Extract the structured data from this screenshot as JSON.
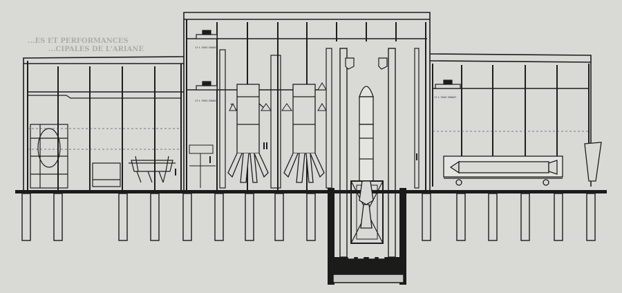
{
  "crane_tags": [
    "17 t. 3500 GRANT",
    "17 t. 3500 GRANT",
    "17 t. 3500 GRANT"
  ],
  "ghost_heading_1": "...ES ET PERFORMANCES",
  "ghost_heading_2": "...CIPALES DE L'ARIANE",
  "colors": {
    "paper": "#d9d9d6",
    "ink": "#1d1d1b",
    "ground": "#1b1b19",
    "faint_text": "#8a8a86"
  }
}
